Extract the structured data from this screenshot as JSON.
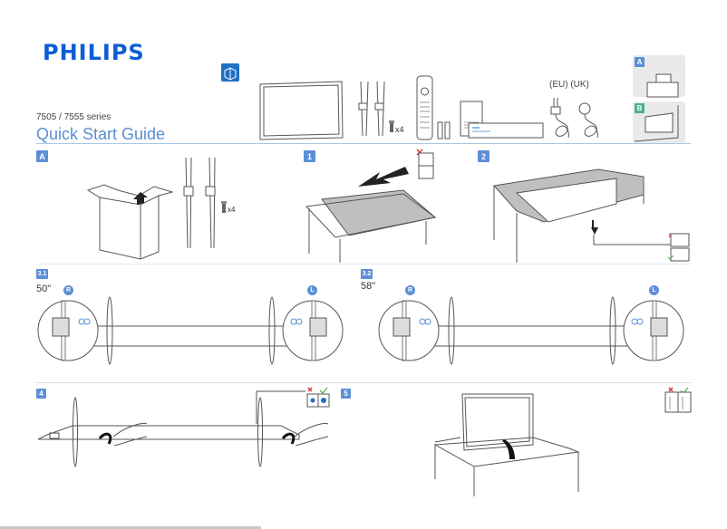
{
  "header": {
    "brand": "PHILIPS",
    "series": "7505 / 7555 series",
    "title": "Quick Start Guide",
    "unbox_icon": "open-box-icon"
  },
  "box_contents": {
    "screw_qty": "x4",
    "plug_labels": "(EU) (UK)",
    "items": [
      "tv-panel",
      "stand-legs",
      "screws",
      "remote-control",
      "batteries",
      "leaflets",
      "power-cord-eu",
      "power-cord-uk"
    ]
  },
  "placement_options": [
    {
      "label": "A",
      "desc": "table-stand"
    },
    {
      "label": "B",
      "desc": "wall-mount"
    }
  ],
  "steps": {
    "a": {
      "label": "A",
      "screw_qty": "x4"
    },
    "s1": {
      "label": "1"
    },
    "s2": {
      "label": "2"
    },
    "s31": {
      "label": "3.1",
      "size": "50\"",
      "left_badge": "R",
      "right_badge": "L"
    },
    "s32": {
      "label": "3.2",
      "size": "58\"",
      "left_badge": "R",
      "right_badge": "L"
    },
    "s4": {
      "label": "4"
    },
    "s5": {
      "label": "5"
    }
  },
  "colors": {
    "brand": "#0b5ed7",
    "accent": "#5b8fd6",
    "wrong": "#e0303a",
    "right": "#4caf50"
  }
}
